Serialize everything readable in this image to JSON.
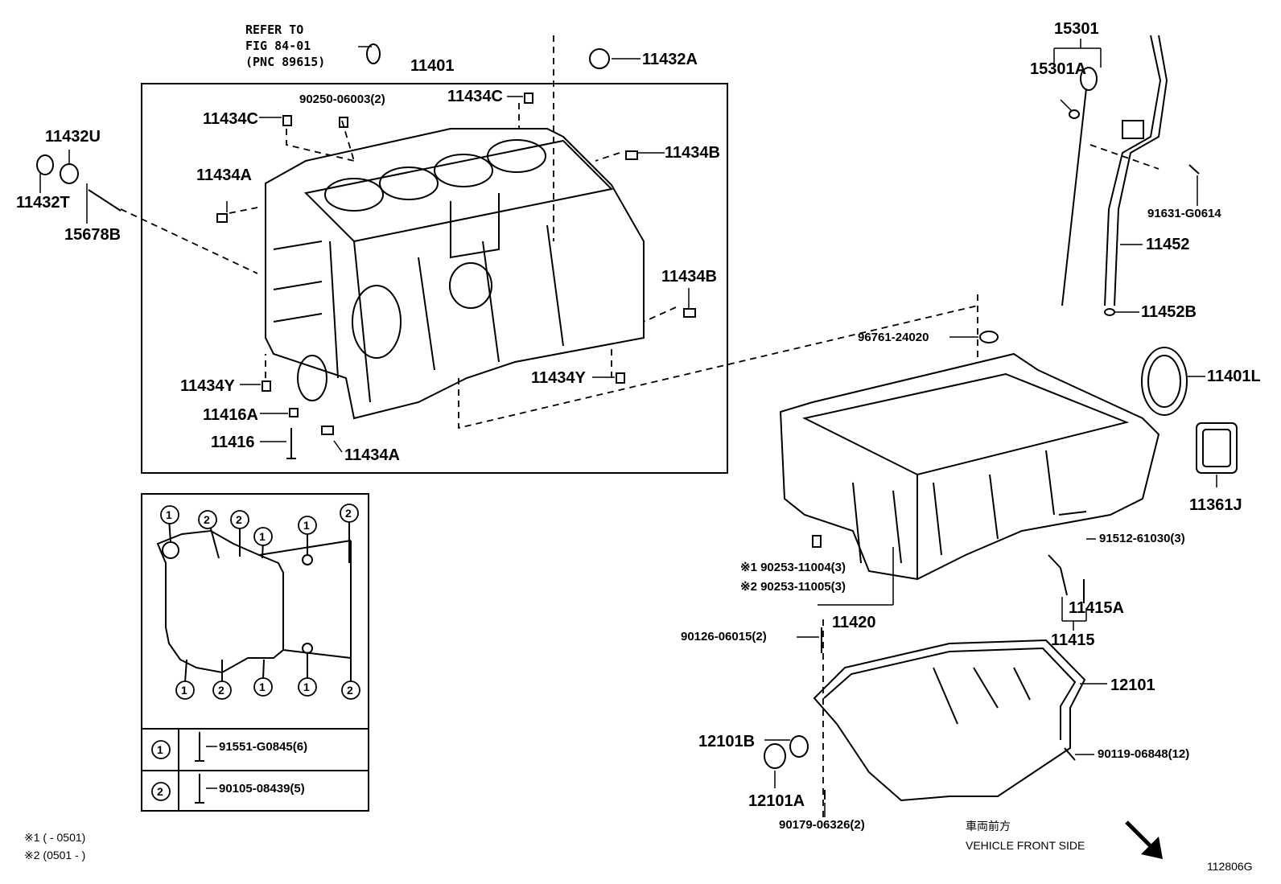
{
  "refer_note": {
    "line1": "REFER TO",
    "line2": "FIG 84-01",
    "line3": "(PNC 89615)"
  },
  "parts": {
    "p11401": "11401",
    "p11432A": "11432A",
    "p90250": "90250-06003(2)",
    "p11434C_top": "11434C",
    "p11434C_left": "11434C",
    "p11434B_top": "11434B",
    "p11434A_left": "11434A",
    "p11434B_right": "11434B",
    "p11434Y_left": "11434Y",
    "p11434Y_right": "11434Y",
    "p11416A": "11416A",
    "p11416": "11416",
    "p11434A_bottom": "11434A",
    "p11432U": "11432U",
    "p11432T": "11432T",
    "p15678B": "15678B",
    "p15301": "15301",
    "p15301A": "15301A",
    "p91631": "91631-G0614",
    "p11452": "11452",
    "p11452B": "11452B",
    "p96761": "96761-24020",
    "p11401L": "11401L",
    "p11361J": "11361J",
    "p91512": "91512-61030(3)",
    "p90253a": "※1 90253-11004(3)",
    "p90253b": "※2 90253-11005(3)",
    "p11420": "11420",
    "p11415A": "11415A",
    "p11415": "11415",
    "p90126": "90126-06015(2)",
    "p12101": "12101",
    "p12101B": "12101B",
    "p12101A": "12101A",
    "p90119": "90119-06848(12)",
    "p90179": "90179-06326(2)"
  },
  "legend_table": {
    "row1": {
      "marker": "1",
      "part": "91551-G0845(6)"
    },
    "row2": {
      "marker": "2",
      "part": "90105-08439(5)"
    }
  },
  "bolt_markers": [
    "1",
    "2",
    "2",
    "1",
    "1",
    "2",
    "1",
    "2",
    "1",
    "1",
    "2"
  ],
  "footnotes": {
    "n1": "※1 (        - 0501)",
    "n2": "※2 (0501 -        )"
  },
  "direction": {
    "jp": "車両前方",
    "en": "VEHICLE FRONT SIDE"
  },
  "figure_id": "112806G"
}
